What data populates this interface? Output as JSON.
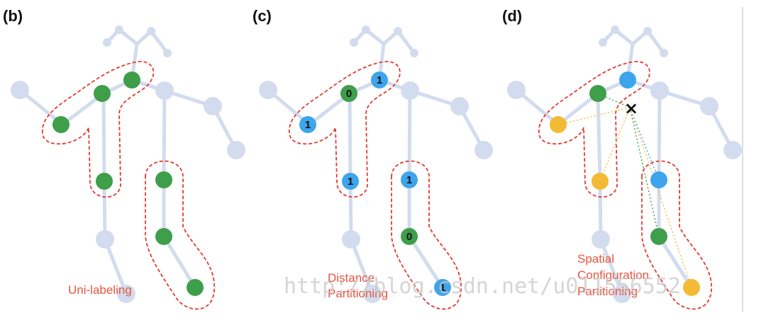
{
  "colors": {
    "skeleton": "#d3dcee",
    "group_outline": "#e23b33",
    "caption": "#e8553e",
    "node_green": "#3e9e4a",
    "node_blue": "#3ea4ec",
    "node_yellow": "#f3bb35",
    "divider": "#dddddd"
  },
  "panels": [
    {
      "label": "(b)",
      "caption_lines": [
        "Uni-labeling"
      ],
      "numbers": []
    },
    {
      "label": "(c)",
      "caption_lines": [
        "Distance",
        "Partitioning"
      ],
      "numbers": [
        "1",
        "0",
        "1",
        "1",
        "1",
        "0",
        "1"
      ]
    },
    {
      "label": "(d)",
      "caption_lines": [
        "Spatial",
        "Configuration",
        "Partitioning"
      ],
      "center_marker": "×"
    }
  ],
  "watermark": "http://blog.csdn.net/u011556552"
}
